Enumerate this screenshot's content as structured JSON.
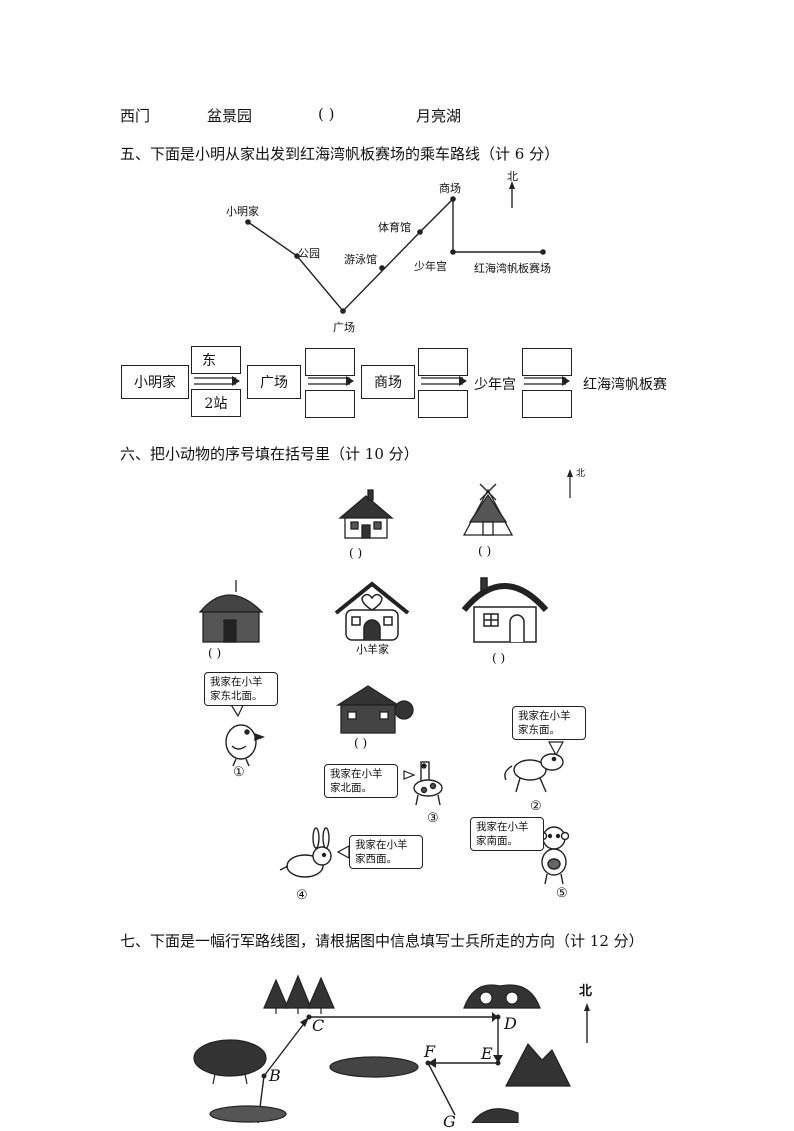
{
  "top_row": [
    "西门",
    "盆景园",
    "(     )",
    "月亮湖"
  ],
  "q5": {
    "title": "五、下面是小明从家出发到红海湾帆板赛场的乘车路线（计 6 分）",
    "north": "北",
    "map_labels": {
      "home": "小明家",
      "park": "公园",
      "square": "广场",
      "pool": "游泳馆",
      "gym": "体育馆",
      "mall": "商场",
      "palace": "少年宫",
      "venue": "红海湾帆板赛场"
    },
    "flow": {
      "start": "小明家",
      "dir1": "东",
      "stops1": "2站",
      "b1": "广场",
      "b2": "商场",
      "b3": "少年宫",
      "end": "红海湾帆板赛"
    }
  },
  "q6": {
    "title": "六、把小动物的序号填在括号里（计 10 分）",
    "north": "北",
    "paren": "(     )",
    "center_label": "小羊家",
    "bubbles": {
      "chick": "我家在小羊家东北面。",
      "giraffe": "我家在小羊家北面。",
      "horse": "我家在小羊家东面。",
      "rabbit": "我家在小羊家西面。",
      "monkey": "我家在小羊家南面。"
    },
    "nums": [
      "①",
      "②",
      "③",
      "④",
      "⑤"
    ]
  },
  "q7": {
    "title": "七、下面是一幅行军路线图，请根据图中信息填写士兵所走的方向（计 12 分）",
    "north": "北",
    "points": [
      "B",
      "C",
      "D",
      "E",
      "F",
      "G"
    ]
  }
}
